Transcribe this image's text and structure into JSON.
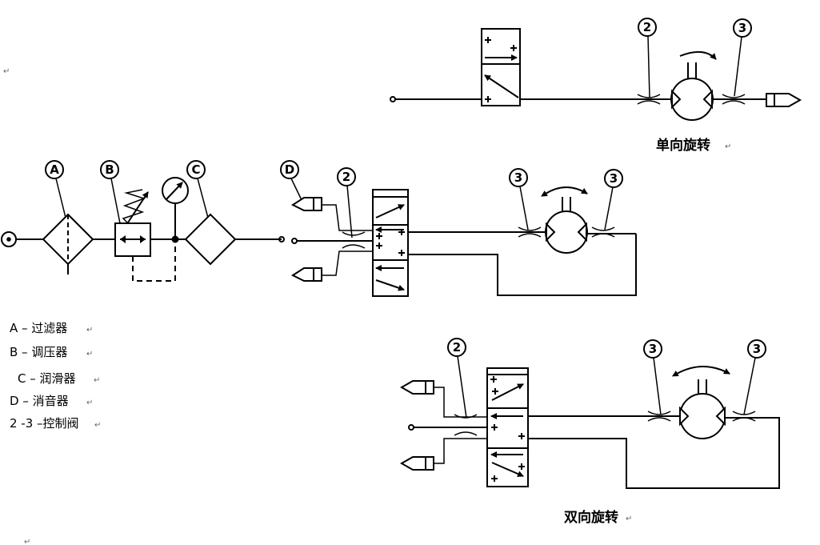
{
  "callouts": {
    "a": "A",
    "b": "B",
    "c": "C",
    "d": "D",
    "num2": "2",
    "num3": "3"
  },
  "titles": {
    "single": "单向旋转",
    "double": "双向旋转"
  },
  "legend": [
    "A –  过滤器",
    "B –  调压器",
    "C –  润滑器",
    "D –  消音器",
    "2 -3 –控制阀"
  ],
  "paragraph_mark": "↵"
}
